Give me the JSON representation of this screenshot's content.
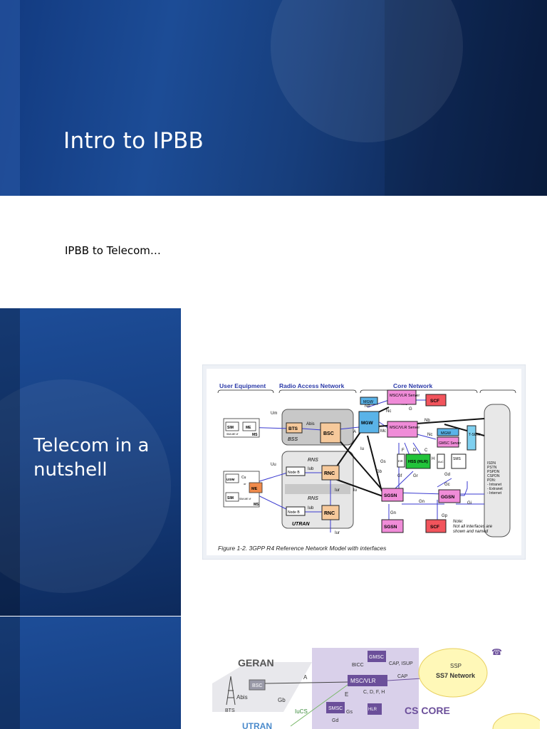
{
  "slide1": {
    "title": "Intro to IPBB"
  },
  "subtext": "IPBB to Telecom…",
  "slide2": {
    "title_line1": "Telecom in a",
    "title_line2": "nutshell"
  },
  "figure1": {
    "headers": {
      "ue": "User Equipment",
      "ran": "Radio Access Network",
      "cn": "Core Network"
    },
    "caption": "Figure 1-2. 3GPP R4 Reference Network Model with interfaces",
    "nodes": {
      "sim": "SIM",
      "me": "ME",
      "usim": "USIM",
      "me2": "ME",
      "sim2": "SIM",
      "bts": "BTS",
      "bsc": "BSC",
      "nodeb1": "Node B",
      "nodeb2": "Node B",
      "rnc1": "RNC",
      "rnc2": "RNC",
      "mgw": "MGW",
      "mgw_top": "MGW",
      "msc_top": "MSC/VLR Server",
      "scf_top": "SCF",
      "msc_mid": "MSC/VLR Server",
      "mgw_r": "MGW",
      "gmsc": "GMSC Server",
      "tsgw": "T-SGW",
      "hss": "HSS (HLR)",
      "eir": "EIR",
      "auc": "AuC",
      "sms": "SMS",
      "sgsn": "SGSN",
      "ggsn": "GGSN",
      "sgsn2": "SGSN",
      "scf2": "SCF"
    },
    "labels": {
      "um": "Um",
      "abis": "Abis",
      "bss": "BSS",
      "a": "A",
      "uu": "Uu",
      "cu": "Cu",
      "iub1": "Iub",
      "iub2": "Iub",
      "rns1": "RNS",
      "rns2": "RNS",
      "iur1": "Iur",
      "iur2": "Iur",
      "utran": "UTRAN",
      "iucs": "Iu",
      "iups": "Iu",
      "gb": "Gb",
      "gs": "Gs",
      "f": "F",
      "d": "D",
      "c": "C",
      "gf": "Gf",
      "gr": "Gr",
      "gd": "Gd",
      "gc": "Gc",
      "gn": "Gn",
      "gi": "Gi",
      "gp": "Gp",
      "gn2": "Gn",
      "nb_top": "Nb",
      "mc_top": "Mc",
      "nc_top": "Nc",
      "g": "G",
      "e": "E",
      "nb": "Nb",
      "nc": "Nc",
      "mc1": "Mc",
      "mc2": "Mc",
      "h": "H",
      "ms1": "MS",
      "ms2": "MS",
      "smme": "SIM-ME i/f",
      "smme2": "SIM-ME i/f",
      "or": "or"
    },
    "pstn": [
      "ISDN",
      "PSTN",
      "PSPDN",
      "CSPDN",
      "PDN:",
      "- Intranet",
      "- Extranet",
      "- Internet"
    ],
    "note": [
      "Note:",
      "Not all interfaces are",
      "shown and named"
    ]
  },
  "figure2": {
    "labels": {
      "geran": "GERAN",
      "bsc": "BSC",
      "abis": "Abis",
      "bts": "BTS",
      "a": "A",
      "gb": "Gb",
      "iucs": "IuCS",
      "gmsc": "GMSC",
      "bicc": "BICC",
      "msc": "MSC/VLR",
      "cap_isup": "CAP, ISUP",
      "cap": "CAP",
      "e": "E",
      "cdfh": "C, D, F, H",
      "smsc": "SMSC",
      "gs": "Gs",
      "gd": "Gd",
      "hlr": "HLR",
      "cscore": "CS CORE",
      "ssp": "SSP",
      "ss7": "SS7 Network",
      "utran": "UTRAN"
    }
  }
}
